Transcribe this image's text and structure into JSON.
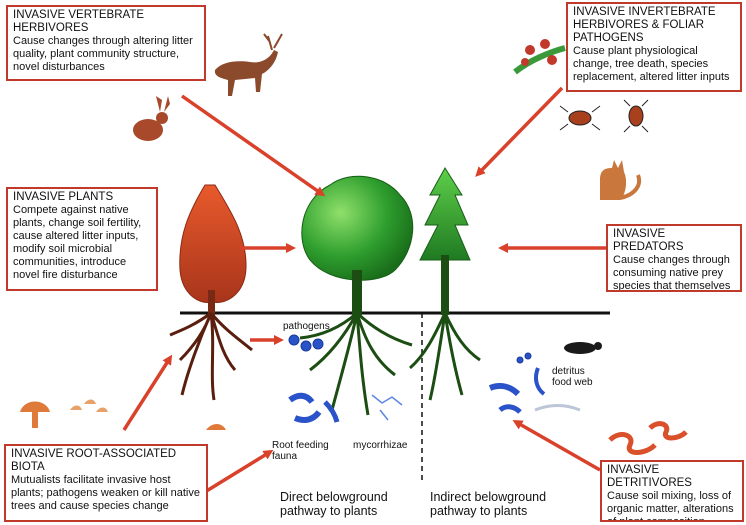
{
  "boxes": {
    "vertebrate": {
      "title": "INVASIVE VERTEBRATE HERBIVORES",
      "body": "Cause changes through altering litter quality, plant community structure, novel disturbances"
    },
    "invertebrate": {
      "title": "INVASIVE INVERTEBRATE HERBIVORES & FOLIAR PATHOGENS",
      "body": "Cause plant physiological change, tree death, species replacement, altered litter inputs"
    },
    "plants": {
      "title": "INVASIVE PLANTS",
      "body": "Compete against native plants, change soil fertility, cause altered litter inputs, modify soil microbial communities, introduce novel fire disturbance"
    },
    "predators": {
      "title": "INVASIVE PREDATORS",
      "body": "Cause changes through consuming native prey species that themselves drive ecosystems"
    },
    "root": {
      "title": "INVASIVE ROOT-ASSOCIATED BIOTA",
      "body": "Mutualists facilitate invasive host plants; pathogens weaken or kill native trees and cause species change"
    },
    "detritivores": {
      "title": "INVASIVE DETRITIVORES",
      "body": "Cause soil mixing, loss of organic matter, alterations of plant composition"
    }
  },
  "labels": {
    "pathogens": "pathogens",
    "detritus": "detritus food web",
    "root_feeding": "Root feeding fauna",
    "mycorrhizae": "mycorrhizae",
    "direct": "Direct belowground pathway to plants",
    "indirect": "Indirect belowground pathway to plants"
  },
  "colors": {
    "arrow": "#d9412b",
    "box_border": "#c0392b",
    "invasive_tree": "#d9502a",
    "native_tree": "#2e9e2e",
    "roots": "#1c4d12",
    "soil_biota": "#2a52c9",
    "animals": "#8b4a2b"
  },
  "icons": [
    "deer-icon",
    "rabbit-icon",
    "beetle-icon",
    "caterpillar-icon",
    "cat-icon",
    "mushroom-icon",
    "worm-icon",
    "ant-icon"
  ]
}
